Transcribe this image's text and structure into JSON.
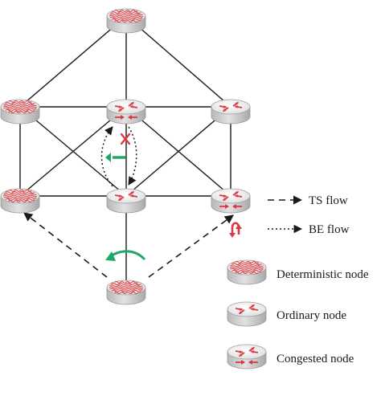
{
  "legend": {
    "ts_flow": "TS flow",
    "be_flow": "BE flow",
    "deterministic_node": "Deterministic node",
    "ordinary_node": "Ordinary node",
    "congested_node": "Congested node"
  },
  "nodes": [
    {
      "id": "top",
      "type": "deterministic"
    },
    {
      "id": "upper-left",
      "type": "deterministic"
    },
    {
      "id": "upper-center",
      "type": "congested"
    },
    {
      "id": "upper-right",
      "type": "ordinary"
    },
    {
      "id": "lower-left",
      "type": "deterministic"
    },
    {
      "id": "lower-center",
      "type": "ordinary"
    },
    {
      "id": "lower-right",
      "type": "congested"
    },
    {
      "id": "bottom",
      "type": "deterministic"
    }
  ],
  "links": [
    [
      "top",
      "upper-left"
    ],
    [
      "top",
      "upper-center"
    ],
    [
      "top",
      "upper-right"
    ],
    [
      "upper-left",
      "upper-center"
    ],
    [
      "upper-center",
      "upper-right"
    ],
    [
      "upper-left",
      "lower-left"
    ],
    [
      "upper-right",
      "lower-right"
    ],
    [
      "upper-left",
      "lower-center"
    ],
    [
      "upper-right",
      "lower-center"
    ],
    [
      "upper-center",
      "lower-left"
    ],
    [
      "upper-center",
      "lower-right"
    ],
    [
      "lower-left",
      "lower-center"
    ],
    [
      "lower-center",
      "lower-right"
    ],
    [
      "upper-center",
      "lower-center"
    ],
    [
      "lower-center",
      "bottom"
    ]
  ],
  "colors": {
    "accent_red": "#d93a3f",
    "accent_green": "#1fa86b",
    "node_top": "#f4f4f4",
    "node_side": "#c9c9c9",
    "line": "#1a1a1a"
  }
}
